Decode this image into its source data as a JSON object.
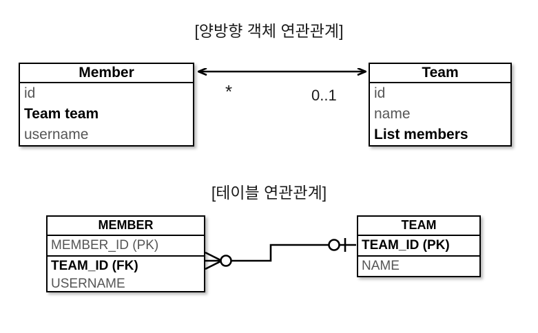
{
  "diagram": {
    "sections": [
      {
        "id": "object-association",
        "title": "[양방향 객체 연관관계]",
        "type": "uml-class-diagram",
        "classes": [
          {
            "name": "Member",
            "attributes": [
              {
                "text": "id",
                "emphasis": "muted"
              },
              {
                "text": "Team team",
                "emphasis": "strong"
              },
              {
                "text": "username",
                "emphasis": "muted"
              }
            ]
          },
          {
            "name": "Team",
            "attributes": [
              {
                "text": "id",
                "emphasis": "muted"
              },
              {
                "text": "name",
                "emphasis": "muted"
              },
              {
                "text": "List members",
                "emphasis": "strong"
              }
            ]
          }
        ],
        "association": {
          "style": "bidirectional-arrow",
          "source_multiplicity": "*",
          "target_multiplicity": "0..1"
        }
      },
      {
        "id": "table-association",
        "title": "[테이블 연관관계]",
        "type": "er-diagram",
        "tables": [
          {
            "name": "MEMBER",
            "columns": [
              {
                "text": "MEMBER_ID (PK)",
                "emphasis": "muted",
                "separator_above": false
              },
              {
                "text": "TEAM_ID (FK)",
                "emphasis": "strong",
                "separator_above": true
              },
              {
                "text": "USERNAME",
                "emphasis": "muted",
                "separator_above": false
              }
            ]
          },
          {
            "name": "TEAM",
            "columns": [
              {
                "text": "TEAM_ID (PK)",
                "emphasis": "strong",
                "separator_above": false
              },
              {
                "text": "NAME",
                "emphasis": "muted",
                "separator_above": true
              }
            ]
          }
        ],
        "relationship": {
          "style": "crows-foot",
          "left_cardinality": "zero-or-many",
          "right_cardinality": "zero-or-one"
        }
      }
    ]
  },
  "colors": {
    "stroke": "#000000",
    "background": "#ffffff",
    "muted_text": "#555555",
    "strong_text": "#000000",
    "title_text": "#1a1a1a"
  }
}
